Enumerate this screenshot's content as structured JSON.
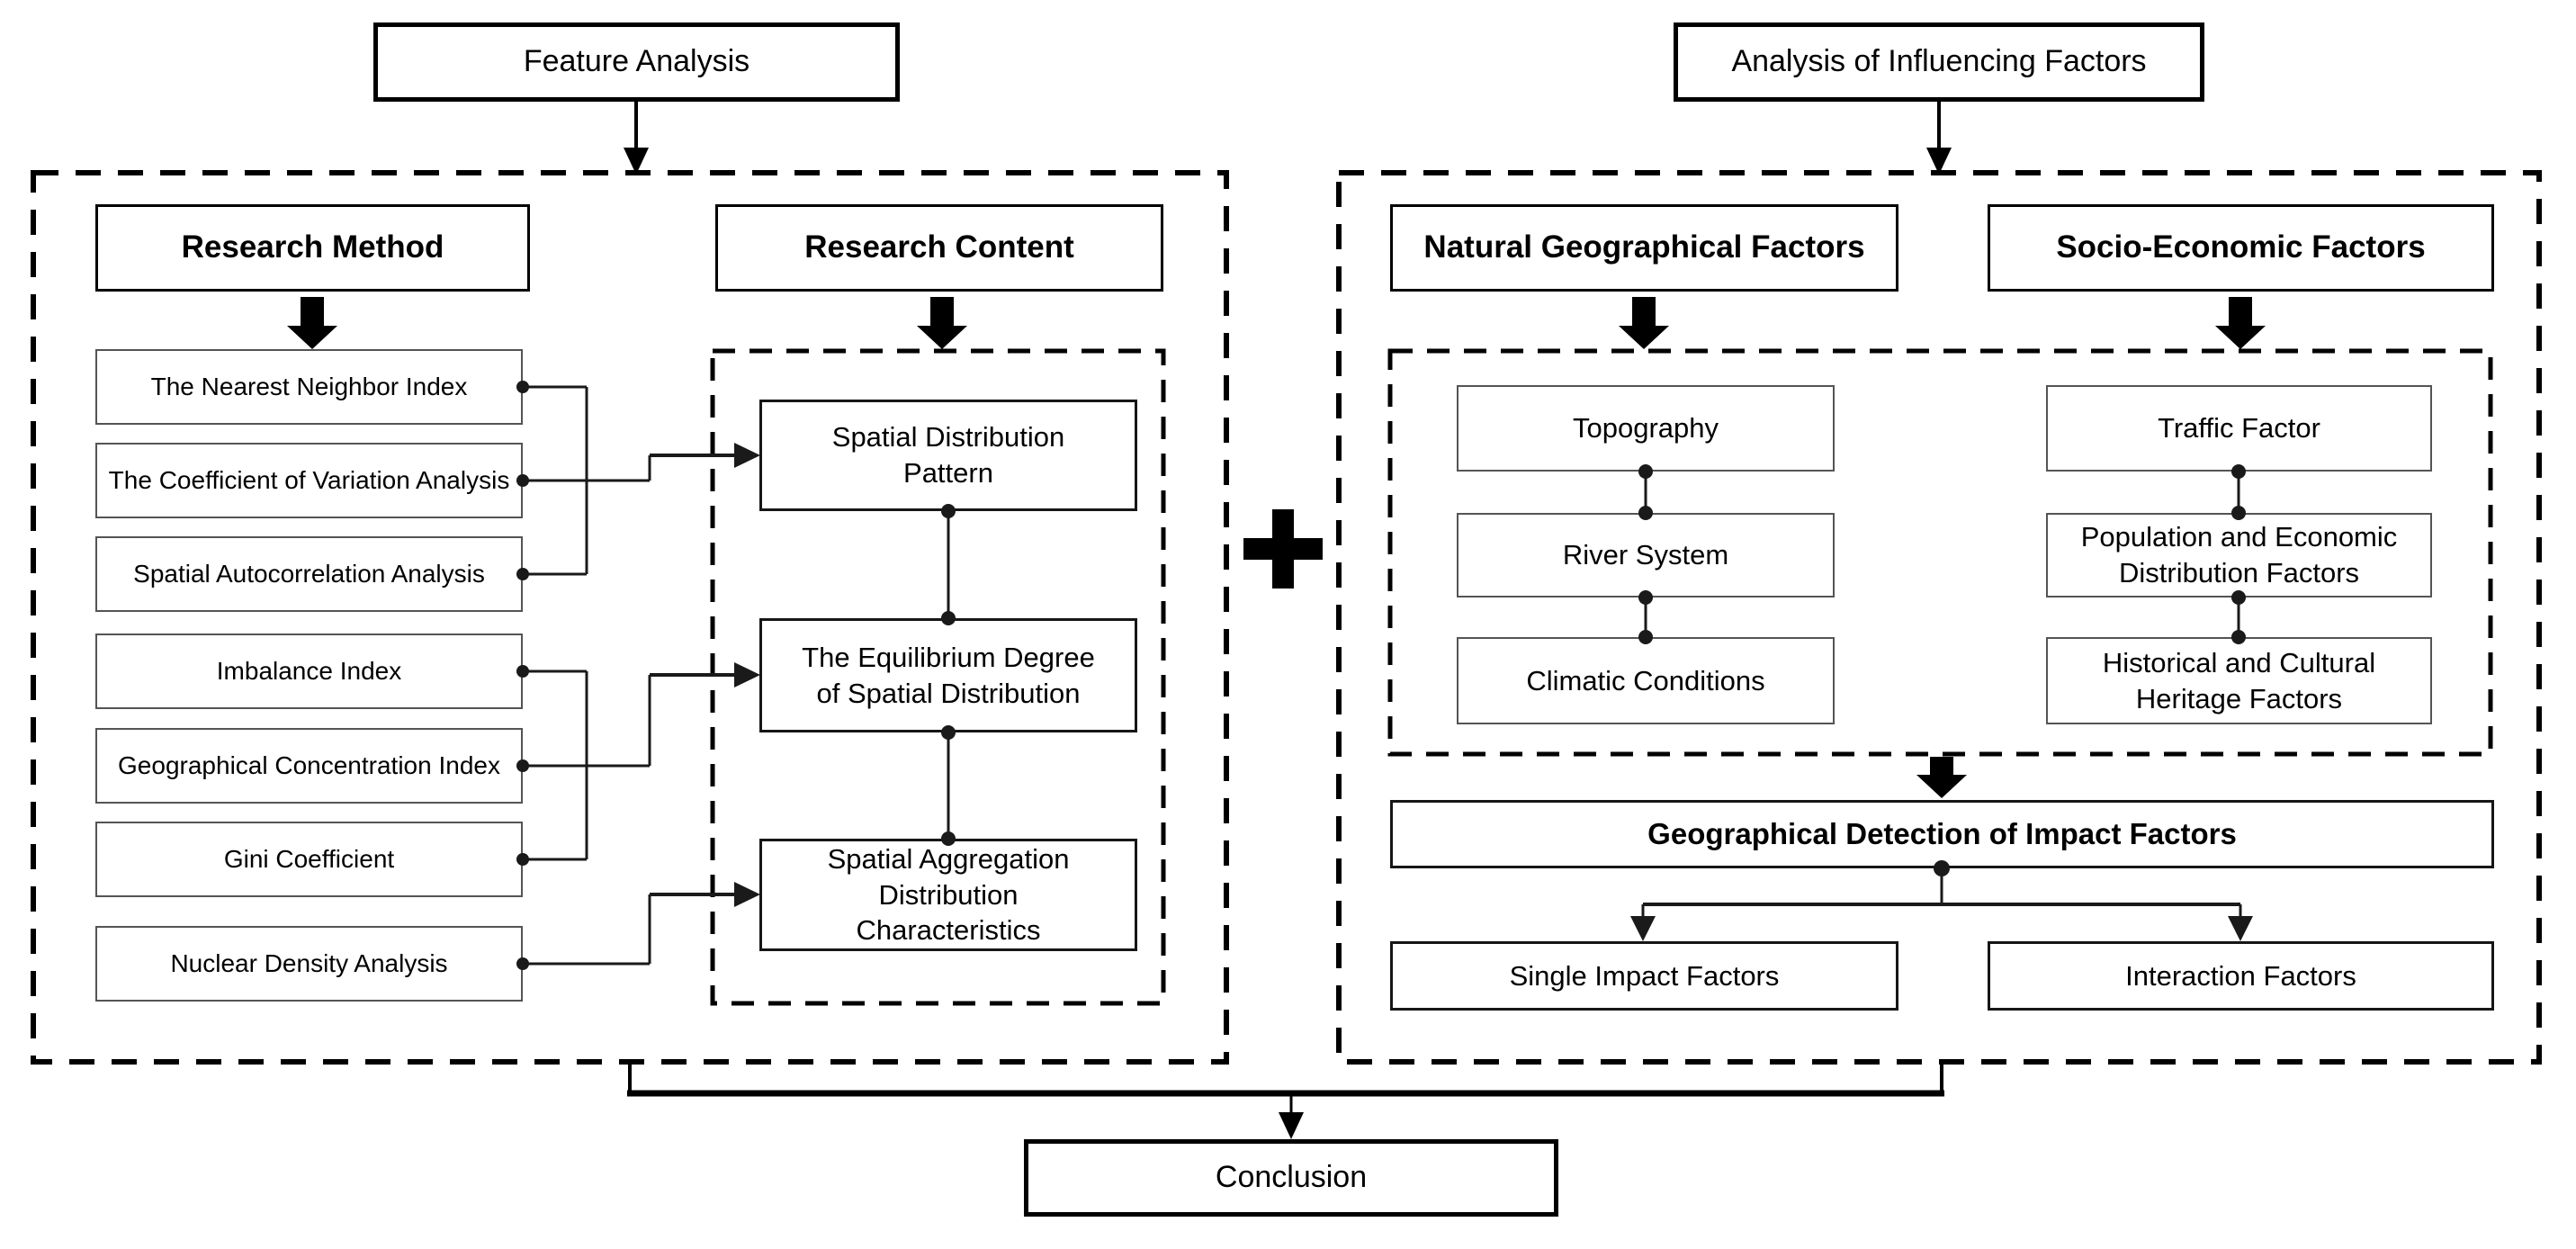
{
  "top": {
    "feature_analysis_title": "Feature Analysis",
    "influencing_factors_title": "Analysis of Influencing Factors"
  },
  "left_panel": {
    "method_header": "Research Method",
    "content_header": "Research Content",
    "methods": [
      "The Nearest Neighbor Index",
      "The Coefficient of Variation Analysis",
      "Spatial Autocorrelation Analysis",
      "Imbalance Index",
      "Geographical Concentration Index",
      "Gini Coefficient",
      "Nuclear Density Analysis"
    ],
    "contents": [
      "Spatial Distribution Pattern",
      "The Equilibrium Degree of Spatial Distribution",
      "Spatial Aggregation Distribution Characteristics"
    ]
  },
  "right_panel": {
    "natural_header": "Natural Geographical Factors",
    "socio_header": "Socio-Economic Factors",
    "natural_factors": [
      "Topography",
      "River System",
      "Climatic Conditions"
    ],
    "socio_factors": [
      "Traffic Factor",
      "Population and Economic Distribution Factors",
      "Historical and Cultural Heritage Factors"
    ],
    "detection_header": "Geographical Detection of Impact Factors",
    "detection_outputs": [
      "Single Impact Factors",
      "Interaction Factors"
    ]
  },
  "bottom": {
    "conclusion_title": "Conclusion"
  },
  "operators": {
    "combine_symbol": "+"
  },
  "colors": {
    "ink": "#000000",
    "background": "#ffffff",
    "light_box_border": "#545454"
  }
}
